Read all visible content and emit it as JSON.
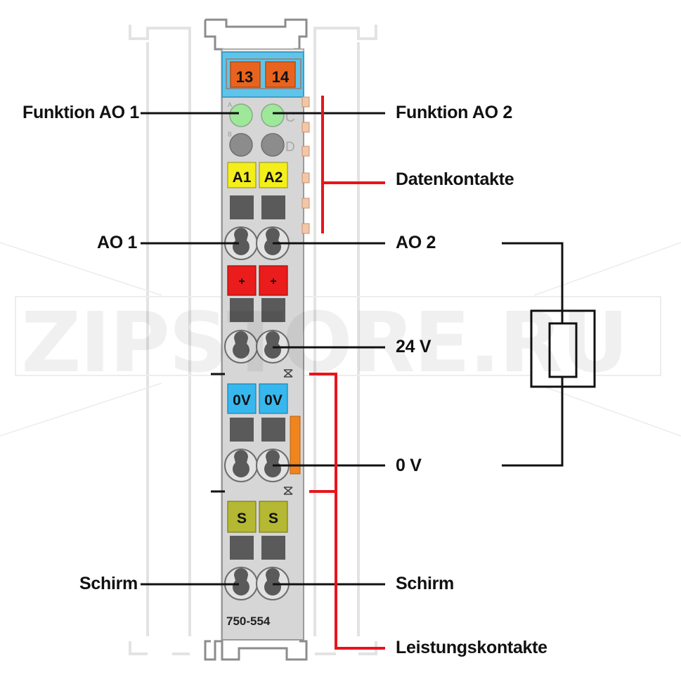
{
  "module": {
    "model": "750-554",
    "top_terminals": [
      "13",
      "14"
    ],
    "led_letters": [
      "A",
      "B",
      "C",
      "D"
    ],
    "channel_badges": {
      "row1": [
        "A1",
        "A2"
      ],
      "row2": [
        "+",
        "+"
      ],
      "row3": [
        "0V",
        "0V"
      ],
      "row4": [
        "S",
        "S"
      ]
    }
  },
  "labels": {
    "funktion_ao1": "Funktion AO 1",
    "funktion_ao2": "Funktion AO 2",
    "datenkontakte": "Datenkontakte",
    "ao1": "AO 1",
    "ao2": "AO 2",
    "v24": "24 V",
    "v0": "0 V",
    "schirm_left": "Schirm",
    "schirm_right": "Schirm",
    "leistungskontakte": "Leistungskontakte"
  },
  "watermark": "ZIPSTORE.RU",
  "colors": {
    "housing": "#d6d6d6",
    "housing_outline": "#9a9a9a",
    "terminal_top": "#e8641e",
    "terminal_top_bg": "#5fc4ea",
    "led_green": "#9ee89a",
    "badge_yellow": "#f4ee1a",
    "badge_red": "#ea1c1c",
    "badge_blue": "#36b8ee",
    "badge_olive": "#b4b832",
    "lines_red": "#e8141c",
    "lines_black": "#111111"
  }
}
